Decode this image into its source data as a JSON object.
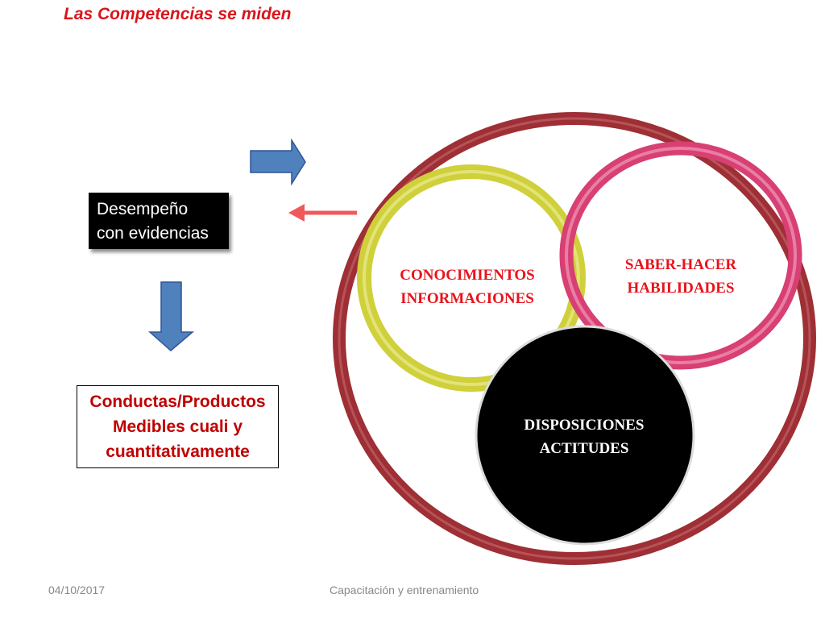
{
  "slide": {
    "title": "Las Competencias se miden"
  },
  "boxes": {
    "desempeno_line1": "Desempeño",
    "desempeno_line2": "con evidencias",
    "conductas_line1": "Conductas/Productos",
    "conductas_line2": "Medibles cuali y",
    "conductas_line3": "cuantitativamente"
  },
  "circles": {
    "conocimientos_line1": "CONOCIMIENTOS",
    "conocimientos_line2": "INFORMACIONES",
    "saber_line1": "SABER-HACER",
    "saber_line2": "HABILIDADES",
    "disposiciones_line1": "DISPOSICIONES",
    "disposiciones_line2": "ACTITUDES"
  },
  "footer": {
    "date": "04/10/2017",
    "text": "Capacitación y entrenamiento"
  },
  "colors": {
    "title_red": "#d9141b",
    "outer_ring": "#9e2f35",
    "yellow_ring": "#cfd03a",
    "pink_ring": "#d83f73",
    "black_circle": "#000000",
    "blue_arrow": "#4f81bd",
    "red_arrow": "#f0595b"
  }
}
